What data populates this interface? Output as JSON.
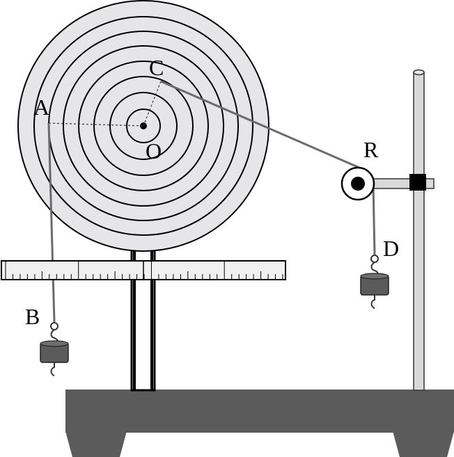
{
  "diagram": {
    "labels": {
      "A": "A",
      "B": "B",
      "C": "C",
      "O": "O",
      "R": "R",
      "D": "D"
    },
    "colors": {
      "disk_fill": "#e6e6e9",
      "base": "#5b5b5b",
      "rod": "#d9d9d9",
      "string": "#6b6b6b",
      "weight": "#5b5b5b",
      "clamp": "#000000",
      "ruler_fill": "#f0f0f0"
    }
  }
}
